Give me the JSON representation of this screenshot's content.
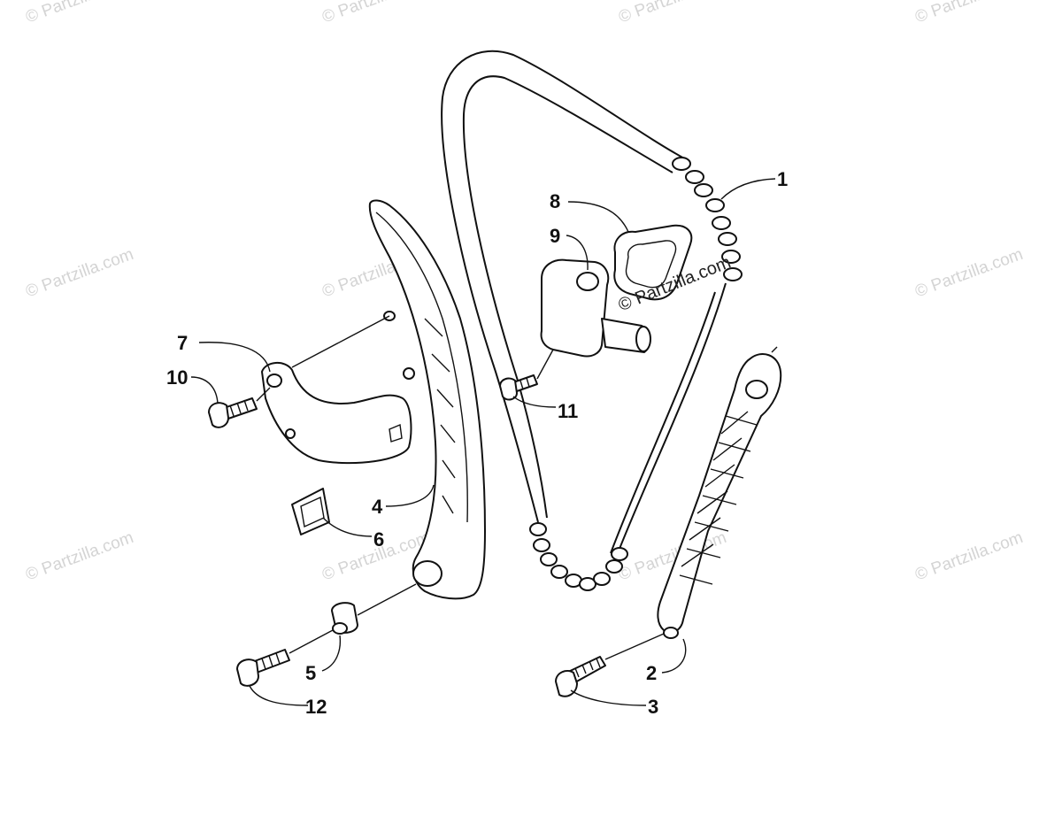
{
  "watermark": {
    "text": "© Partzilla.com",
    "center_text": "© Partzilla.com"
  },
  "callouts": {
    "c1": "1",
    "c2": "2",
    "c3": "3",
    "c4": "4",
    "c5": "5",
    "c6": "6",
    "c7": "7",
    "c8": "8",
    "c9": "9",
    "c10": "10",
    "c11": "11",
    "c12": "12"
  },
  "colors": {
    "line": "#111111",
    "watermark": "#d4d4d4",
    "background": "#ffffff"
  }
}
